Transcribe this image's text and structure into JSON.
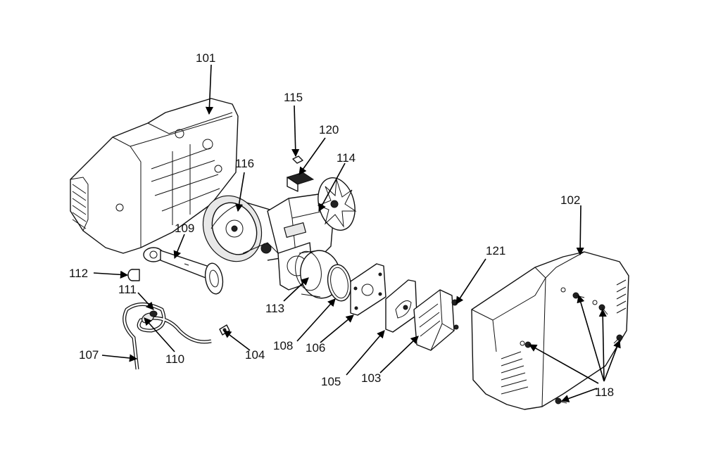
{
  "callouts": [
    {
      "id": "101",
      "label": "101"
    },
    {
      "id": "102",
      "label": "102"
    },
    {
      "id": "103",
      "label": "103"
    },
    {
      "id": "104",
      "label": "104"
    },
    {
      "id": "105",
      "label": "105"
    },
    {
      "id": "106",
      "label": "106"
    },
    {
      "id": "107",
      "label": "107"
    },
    {
      "id": "108",
      "label": "108"
    },
    {
      "id": "109",
      "label": "109"
    },
    {
      "id": "110",
      "label": "110"
    },
    {
      "id": "111",
      "label": "111"
    },
    {
      "id": "112",
      "label": "112"
    },
    {
      "id": "113",
      "label": "113"
    },
    {
      "id": "114",
      "label": "114"
    },
    {
      "id": "115",
      "label": "115"
    },
    {
      "id": "116",
      "label": "116"
    },
    {
      "id": "118",
      "label": "118"
    },
    {
      "id": "120",
      "label": "120"
    },
    {
      "id": "121",
      "label": "121"
    }
  ]
}
